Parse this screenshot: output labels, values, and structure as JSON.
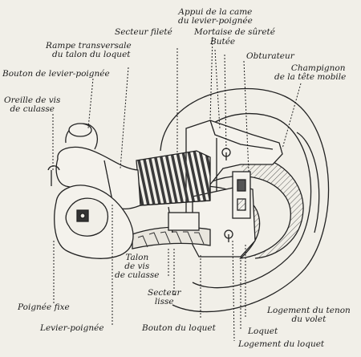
{
  "labels": {
    "appui_came": [
      "Appui de la came",
      "du levier-poignée"
    ],
    "secteur_filete": "Secteur fileté",
    "mortaise": "Mortaise de sûreté",
    "butee": "Butée",
    "rampe": [
      "Rampe transversale",
      "du talon du loquet"
    ],
    "obturateur": "Obturateur",
    "champignon": [
      "Champignon",
      "de la tête mobile"
    ],
    "bouton_levier": "Bouton de levier-poignée",
    "oreille": [
      "Oreille de vis",
      "de culasse"
    ],
    "talon": [
      "Talon",
      "de vis",
      "de culasse"
    ],
    "secteur_lisse": [
      "Secteur",
      "lisse"
    ],
    "poignee_fixe": "Poignée fixe",
    "levier_poignee": "Levier-poignée",
    "bouton_loquet": "Bouton du loquet",
    "logement_tenon": [
      "Logement du tenon",
      "du volet"
    ],
    "loquet": "Loquet",
    "logement_loquet": "Logement du loquet"
  }
}
